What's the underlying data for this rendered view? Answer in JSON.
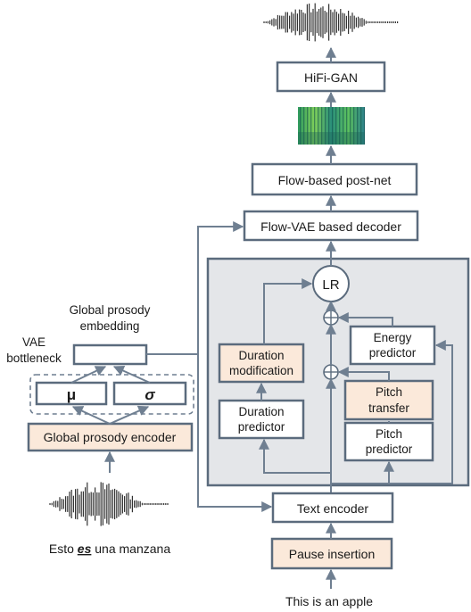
{
  "colors": {
    "box_border": "#5b6b7d",
    "peach_fill": "#fbe9da",
    "gray_region": "#e4e6e9",
    "arrow": "#6f7f91"
  },
  "blocks": {
    "hifi_gan": "HiFi-GAN",
    "flow_postnet": "Flow-based post-net",
    "flow_vae_decoder": "Flow-VAE based decoder",
    "lr": "LR",
    "energy_predictor": [
      "Energy",
      "predictor"
    ],
    "pitch_transfer": [
      "Pitch",
      "transfer"
    ],
    "pitch_predictor": [
      "Pitch",
      "predictor"
    ],
    "duration_modification": [
      "Duration",
      "modification"
    ],
    "duration_predictor": [
      "Duration",
      "predictor"
    ],
    "text_encoder": "Text encoder",
    "pause_insertion": "Pause insertion",
    "global_prosody_encoder": "Global prosody encoder",
    "mu": "μ",
    "sigma": "σ"
  },
  "labels": {
    "global_prosody_embedding": [
      "Global prosody",
      "embedding"
    ],
    "vae_bottleneck": [
      "VAE",
      "bottleneck"
    ],
    "input_text": "This is an apple",
    "reference_text_before": "Esto ",
    "reference_text_emph": "es",
    "reference_text_after": " una manzana"
  },
  "icons": {
    "output_waveform": "waveform-icon",
    "reference_waveform": "waveform-icon",
    "spectrogram": "mel-spectrogram-icon",
    "sum_nodes": "circle-plus-icon"
  }
}
